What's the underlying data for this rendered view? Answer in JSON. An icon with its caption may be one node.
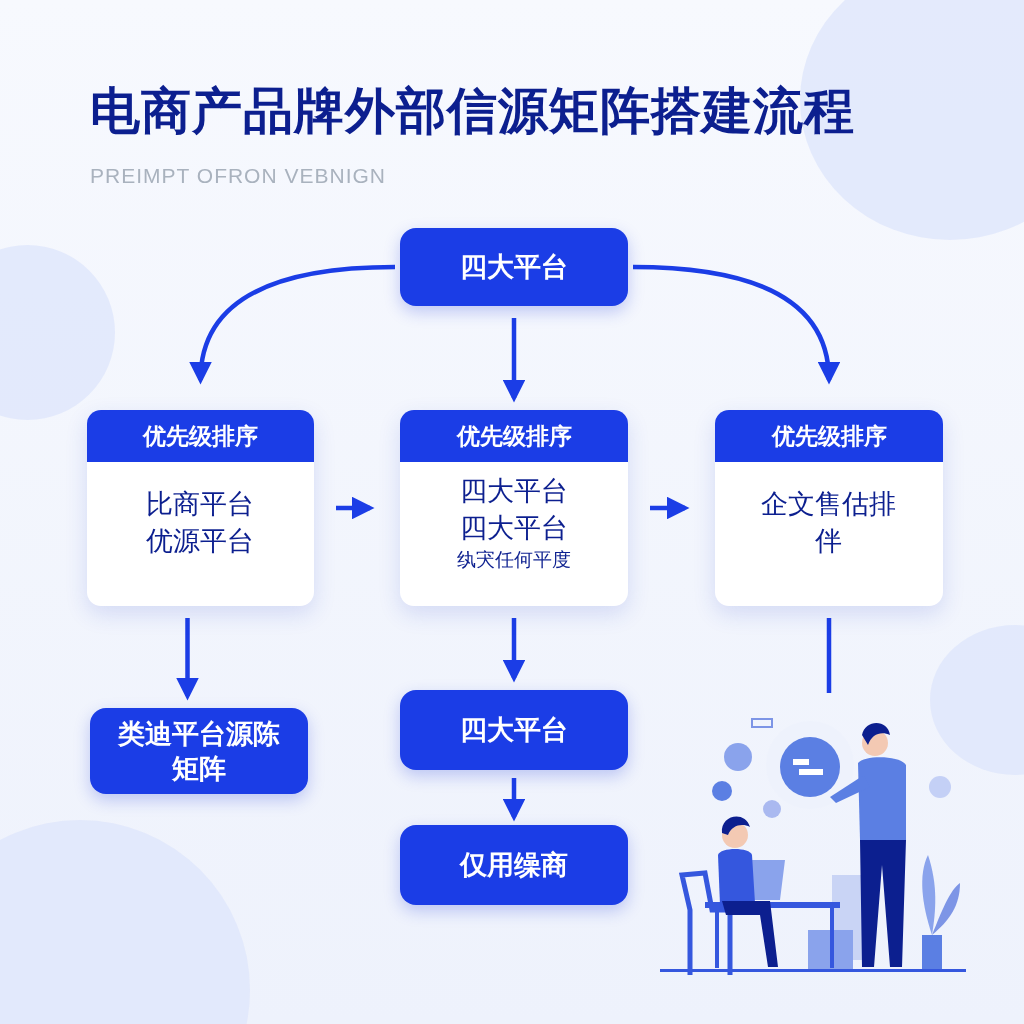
{
  "diagram": {
    "title": "电商产品牌外部信源矩阵搭建流程",
    "nodes": [
      {
        "text": [
          "四大平台"
        ]
      },
      {
        "text": [
          "优先级排序",
          "比商平台优源平台"
        ]
      },
      {
        "text": [
          "优先级排序",
          "四大平台",
          "四大平台",
          "纨宊任何平度"
        ]
      },
      {
        "text": [
          "优先级排序",
          "企文售估排伴"
        ]
      },
      {
        "text": [
          "类迪平台源陈矩阵"
        ]
      },
      {
        "text": [
          "四大平台"
        ]
      },
      {
        "text": [
          "仅用缲商"
        ]
      },
      {
        "text": [],
        "shape": "picture"
      }
    ],
    "edges": [
      {
        "from": 0,
        "to": 1,
        "arrow": "to"
      },
      {
        "from": 0,
        "to": 2,
        "arrow": "to"
      },
      {
        "from": 0,
        "to": 3,
        "arrow": "to"
      },
      {
        "from": 1,
        "to": 2,
        "arrow": "to"
      },
      {
        "from": 2,
        "to": 3,
        "arrow": "to"
      },
      {
        "from": 1,
        "to": 4,
        "arrow": "to"
      },
      {
        "from": 2,
        "to": 5,
        "arrow": "to"
      },
      {
        "from": 5,
        "to": 6,
        "arrow": "to"
      },
      {
        "from": 3,
        "to": 7,
        "arrow": "none"
      }
    ],
    "labels": [
      "PREIMPT OFRON VEBNIGN"
    ]
  }
}
